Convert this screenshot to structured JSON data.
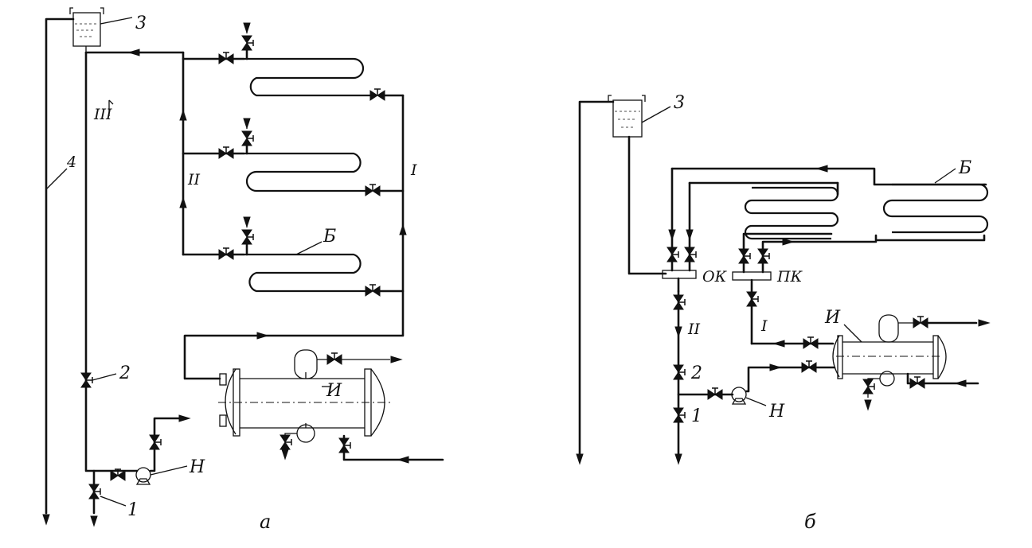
{
  "labels": {
    "a_tank": "3",
    "a_line4": "4",
    "a_line3": "III",
    "a_line2": "II",
    "a_line1": "I",
    "a_battery": "Б",
    "a_evaporator": "И",
    "a_pump": "Н",
    "a_valve2": "2",
    "a_valve1": "1",
    "a_caption": "а",
    "b_tank": "3",
    "b_battery": "Б",
    "b_ok": "ОК",
    "b_pk": "ПК",
    "b_line2": "II",
    "b_line1": "I",
    "b_evaporator": "И",
    "b_valve2": "2",
    "b_valve1": "1",
    "b_pump": "Н",
    "b_caption": "б"
  }
}
